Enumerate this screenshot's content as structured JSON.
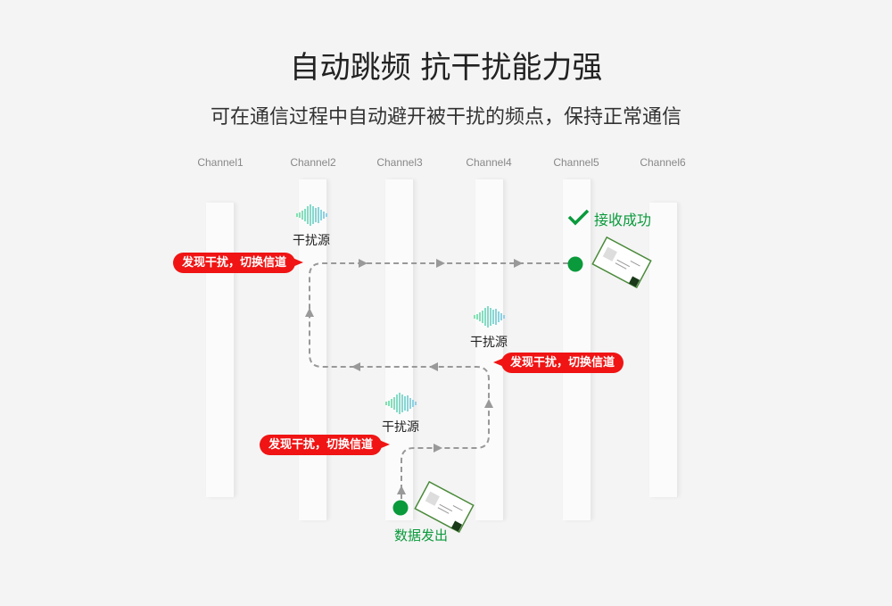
{
  "title": "自动跳频 抗干扰能力强",
  "subtitle": "可在通信过程中自动避开被干扰的频点，保持正常通信",
  "channels": [
    "Channel1",
    "Channel2",
    "Channel3",
    "Channel4",
    "Channel5",
    "Channel6"
  ],
  "interference_label": "干扰源",
  "switch_label": "发现干扰，切换信道",
  "receive_label": "接收成功",
  "send_label": "数据发出",
  "colors": {
    "alert": "#f01414",
    "success": "#0a9a3c",
    "path": "#999999"
  }
}
